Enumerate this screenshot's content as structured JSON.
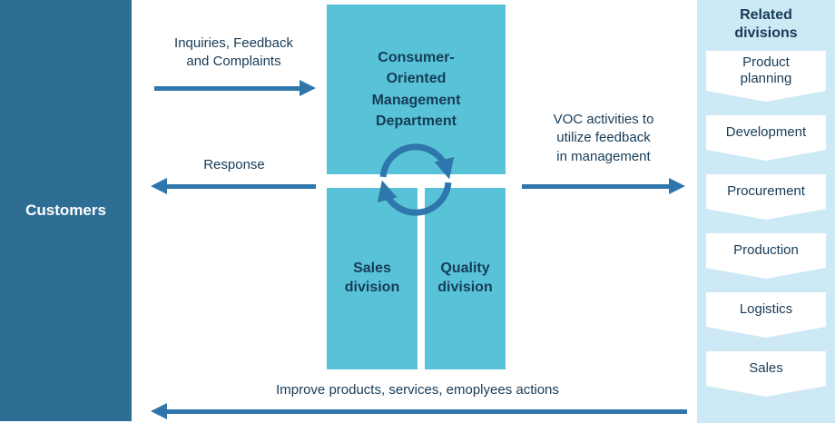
{
  "colors": {
    "dark_blue": "#2f6e94",
    "cyan": "#58c3d8",
    "panel_blue": "#cde9f6",
    "arrow_blue": "#2e76ab",
    "text_navy": "#173b57"
  },
  "customers": {
    "label": "Customers"
  },
  "center": {
    "management_label": "Consumer-\nOriented\nManagement\nDepartment",
    "sales_label": "Sales\ndivision",
    "quality_label": "Quality\ndivision"
  },
  "flows": {
    "inquiries_label": "Inquiries, Feedback\nand Complaints",
    "response_label": "Response",
    "voc_label": "VOC activities to\nutilize feedback\nin management",
    "improve_label": "Improve products, services, emoplyees actions"
  },
  "related": {
    "title": "Related\ndivisions",
    "items": [
      "Product\nplanning",
      "Development",
      "Procurement",
      "Production",
      "Logistics",
      "Sales"
    ]
  }
}
